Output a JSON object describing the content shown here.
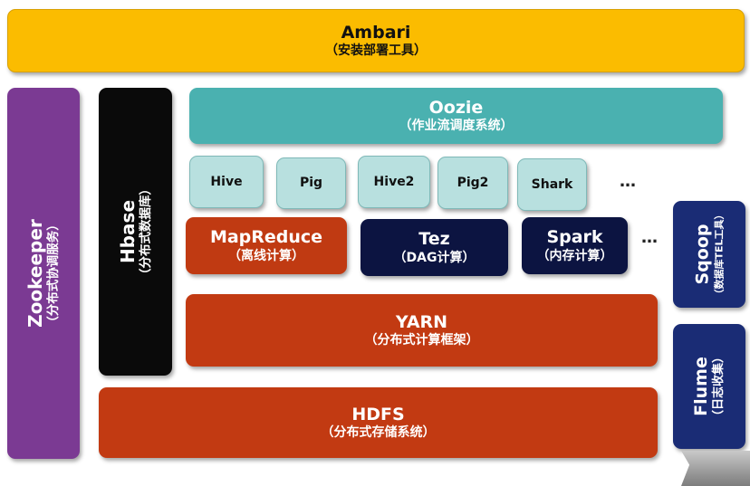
{
  "colors": {
    "ambari": "#fbbc00",
    "zookeeper": "#7b3a93",
    "hbase": "#0a0a0a",
    "oozie": "#4ab1b0",
    "engine": "#b8e0df",
    "mapreduce": "#c03a12",
    "tez": "#0c1441",
    "spark": "#0c1441",
    "yarn": "#c23a12",
    "hdfs": "#c23a12",
    "sqoop": "#1a2c75",
    "flume": "#1a2c75"
  },
  "ambari": {
    "title": "Ambari",
    "subtitle": "（安装部署工具）"
  },
  "zookeeper": {
    "title": "Zookeeper",
    "subtitle": "（分布式协调服务）"
  },
  "hbase": {
    "title": "Hbase",
    "subtitle": "（分布式数据库）"
  },
  "oozie": {
    "title": "Oozie",
    "subtitle": "（作业流调度系统）"
  },
  "engines": [
    "Hive",
    "Pig",
    "Hive2",
    "Pig2",
    "Shark"
  ],
  "engines_more": "…",
  "mapreduce": {
    "title": "MapReduce",
    "subtitle": "（离线计算）"
  },
  "tez": {
    "title": "Tez",
    "subtitle": "（DAG计算）"
  },
  "spark": {
    "title": "Spark",
    "subtitle": "（内存计算）"
  },
  "compute_more": "…",
  "yarn": {
    "title": "YARN",
    "subtitle": "（分布式计算框架）"
  },
  "hdfs": {
    "title": "HDFS",
    "subtitle": "（分布式存储系统）"
  },
  "sqoop": {
    "title": "Sqoop",
    "subtitle": "（数据库TEL工具）"
  },
  "flume": {
    "title": "Flume",
    "subtitle": "（日志收集）"
  }
}
